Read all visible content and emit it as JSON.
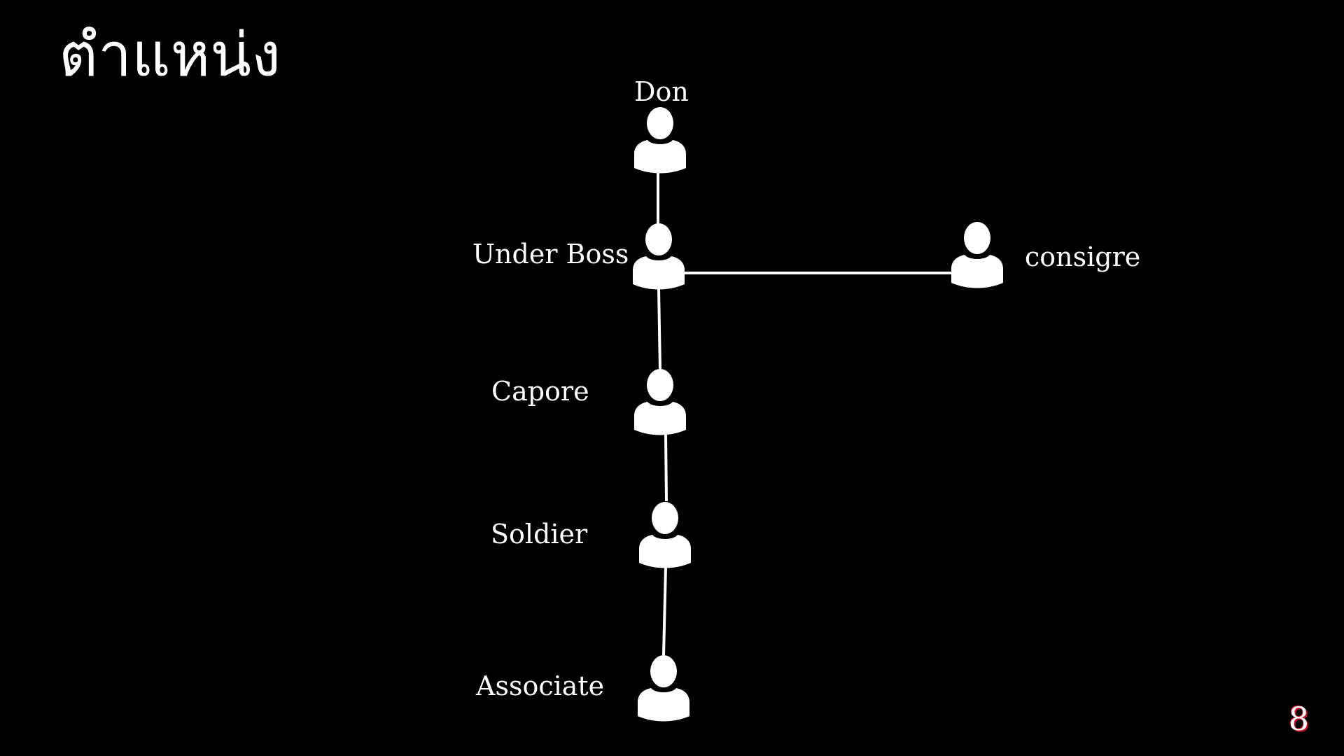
{
  "slide": {
    "title": "ตำแหน่ง",
    "page_number": "8"
  },
  "diagram": {
    "nodes": {
      "don": {
        "label": "Don",
        "icon": "person-icon"
      },
      "under_boss": {
        "label": "Under Boss",
        "icon": "person-icon"
      },
      "consigre": {
        "label": "consigre",
        "icon": "person-icon"
      },
      "capore": {
        "label": "Capore",
        "icon": "person-icon"
      },
      "soldier": {
        "label": "Soldier",
        "icon": "person-icon"
      },
      "associate": {
        "label": "Associate",
        "icon": "person-icon"
      }
    },
    "edges": [
      [
        "don",
        "under_boss"
      ],
      [
        "under_boss",
        "consigre"
      ],
      [
        "under_boss",
        "capore"
      ],
      [
        "capore",
        "soldier"
      ],
      [
        "soldier",
        "associate"
      ]
    ]
  },
  "colors": {
    "background": "#000000",
    "foreground": "#ffffff",
    "page_number_shadow": "#c0102a"
  }
}
